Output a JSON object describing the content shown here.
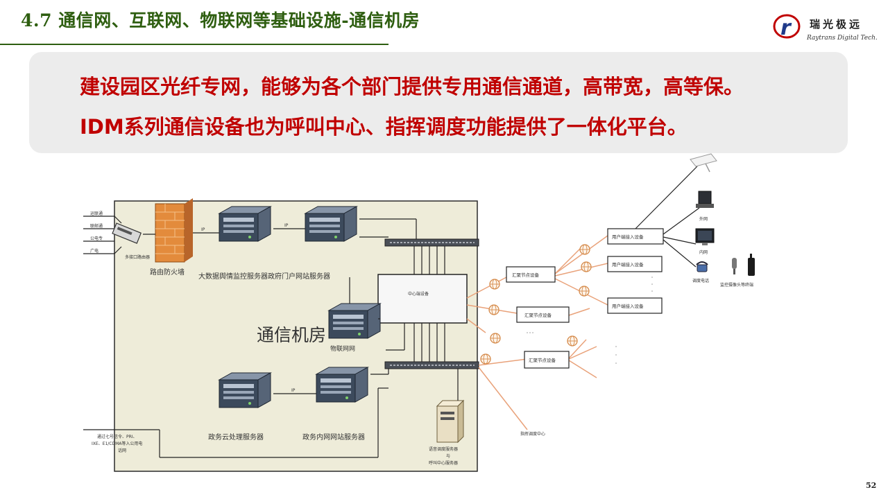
{
  "slide": {
    "title": "4.7  通信网、互联网、物联网等基础设施-通信机房",
    "page_number": "52"
  },
  "logo": {
    "mark": "r",
    "cn": "瑞光极远",
    "en": "Raytrans Digital Tech."
  },
  "callout": {
    "line1": "建设园区光纤专网，能够为各个部门提供专用通信通道，高带宽，高等保。",
    "line2": "IDM系列通信设备也为呼叫中心、指挥调度功能提供了一体化平台。"
  },
  "diagram": {
    "room_label": "通信机房",
    "inputs": [
      "运联通",
      "联邮通",
      "公电专",
      "广电"
    ],
    "router_label": "多接口路由器",
    "firewall_label": "路由防火墙",
    "server_top_label": "大数据舆情监控服务器政府门户网站服务器",
    "iot_server_label": "物联网网",
    "cloud_server_label": "政务云处理服务器",
    "intranet_server_label": "政务内网网站服务器",
    "central_device_label": "中心端设备",
    "voice_server_label_1": "语音调度服务器",
    "voice_server_label_2": "与",
    "voice_server_label_3": "呼叫中心服务器",
    "bottom_note_1": "通过七号信令、PRI、",
    "bottom_note_2": "IXE、E1/CDMA等入公用电",
    "bottom_note_3": "话网",
    "aggregation_nodes": [
      "汇聚节点设备",
      "汇聚节点设备",
      "汇聚节点设备"
    ],
    "user_access_nodes": [
      "用户端接入设备",
      "用户端接入设备",
      "用户端接入设备"
    ],
    "terminal_labels": [
      "外网",
      "内网",
      "调度电话",
      "监控摄像头等终端"
    ],
    "dispatch_center": "指挥调度中心",
    "link_tag": "IP"
  }
}
